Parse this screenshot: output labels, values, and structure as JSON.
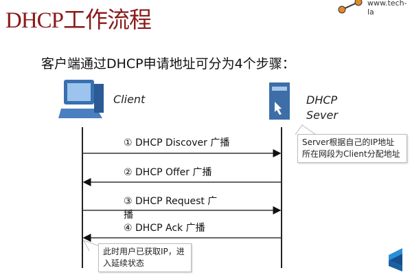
{
  "title": "DHCP工作流程",
  "site": "www.tech-la",
  "subtitle": "客户端通过DHCP申请地址可分为4个步骤：",
  "client_label": "Client",
  "server_label_1": "DHCP",
  "server_label_2": "Sever",
  "messages": [
    {
      "num": "①",
      "text": "DHCP Discover 广播",
      "dir": "right"
    },
    {
      "num": "②",
      "text": "DHCP Offer 广播",
      "dir": "left"
    },
    {
      "num": "③",
      "text": "DHCP Request 广播",
      "dir": "right"
    },
    {
      "num": "④",
      "text": "DHCP Ack 广播",
      "dir": "left"
    }
  ],
  "server_note": "Server根据自己的IP地址所在网段为Client分配地址",
  "client_note": "此时用户已获取IP，进入延续状态",
  "colors": {
    "title": "#8b1a1a",
    "logo_blue": "#1a6fb5",
    "accent_orange": "#e08a2a"
  }
}
